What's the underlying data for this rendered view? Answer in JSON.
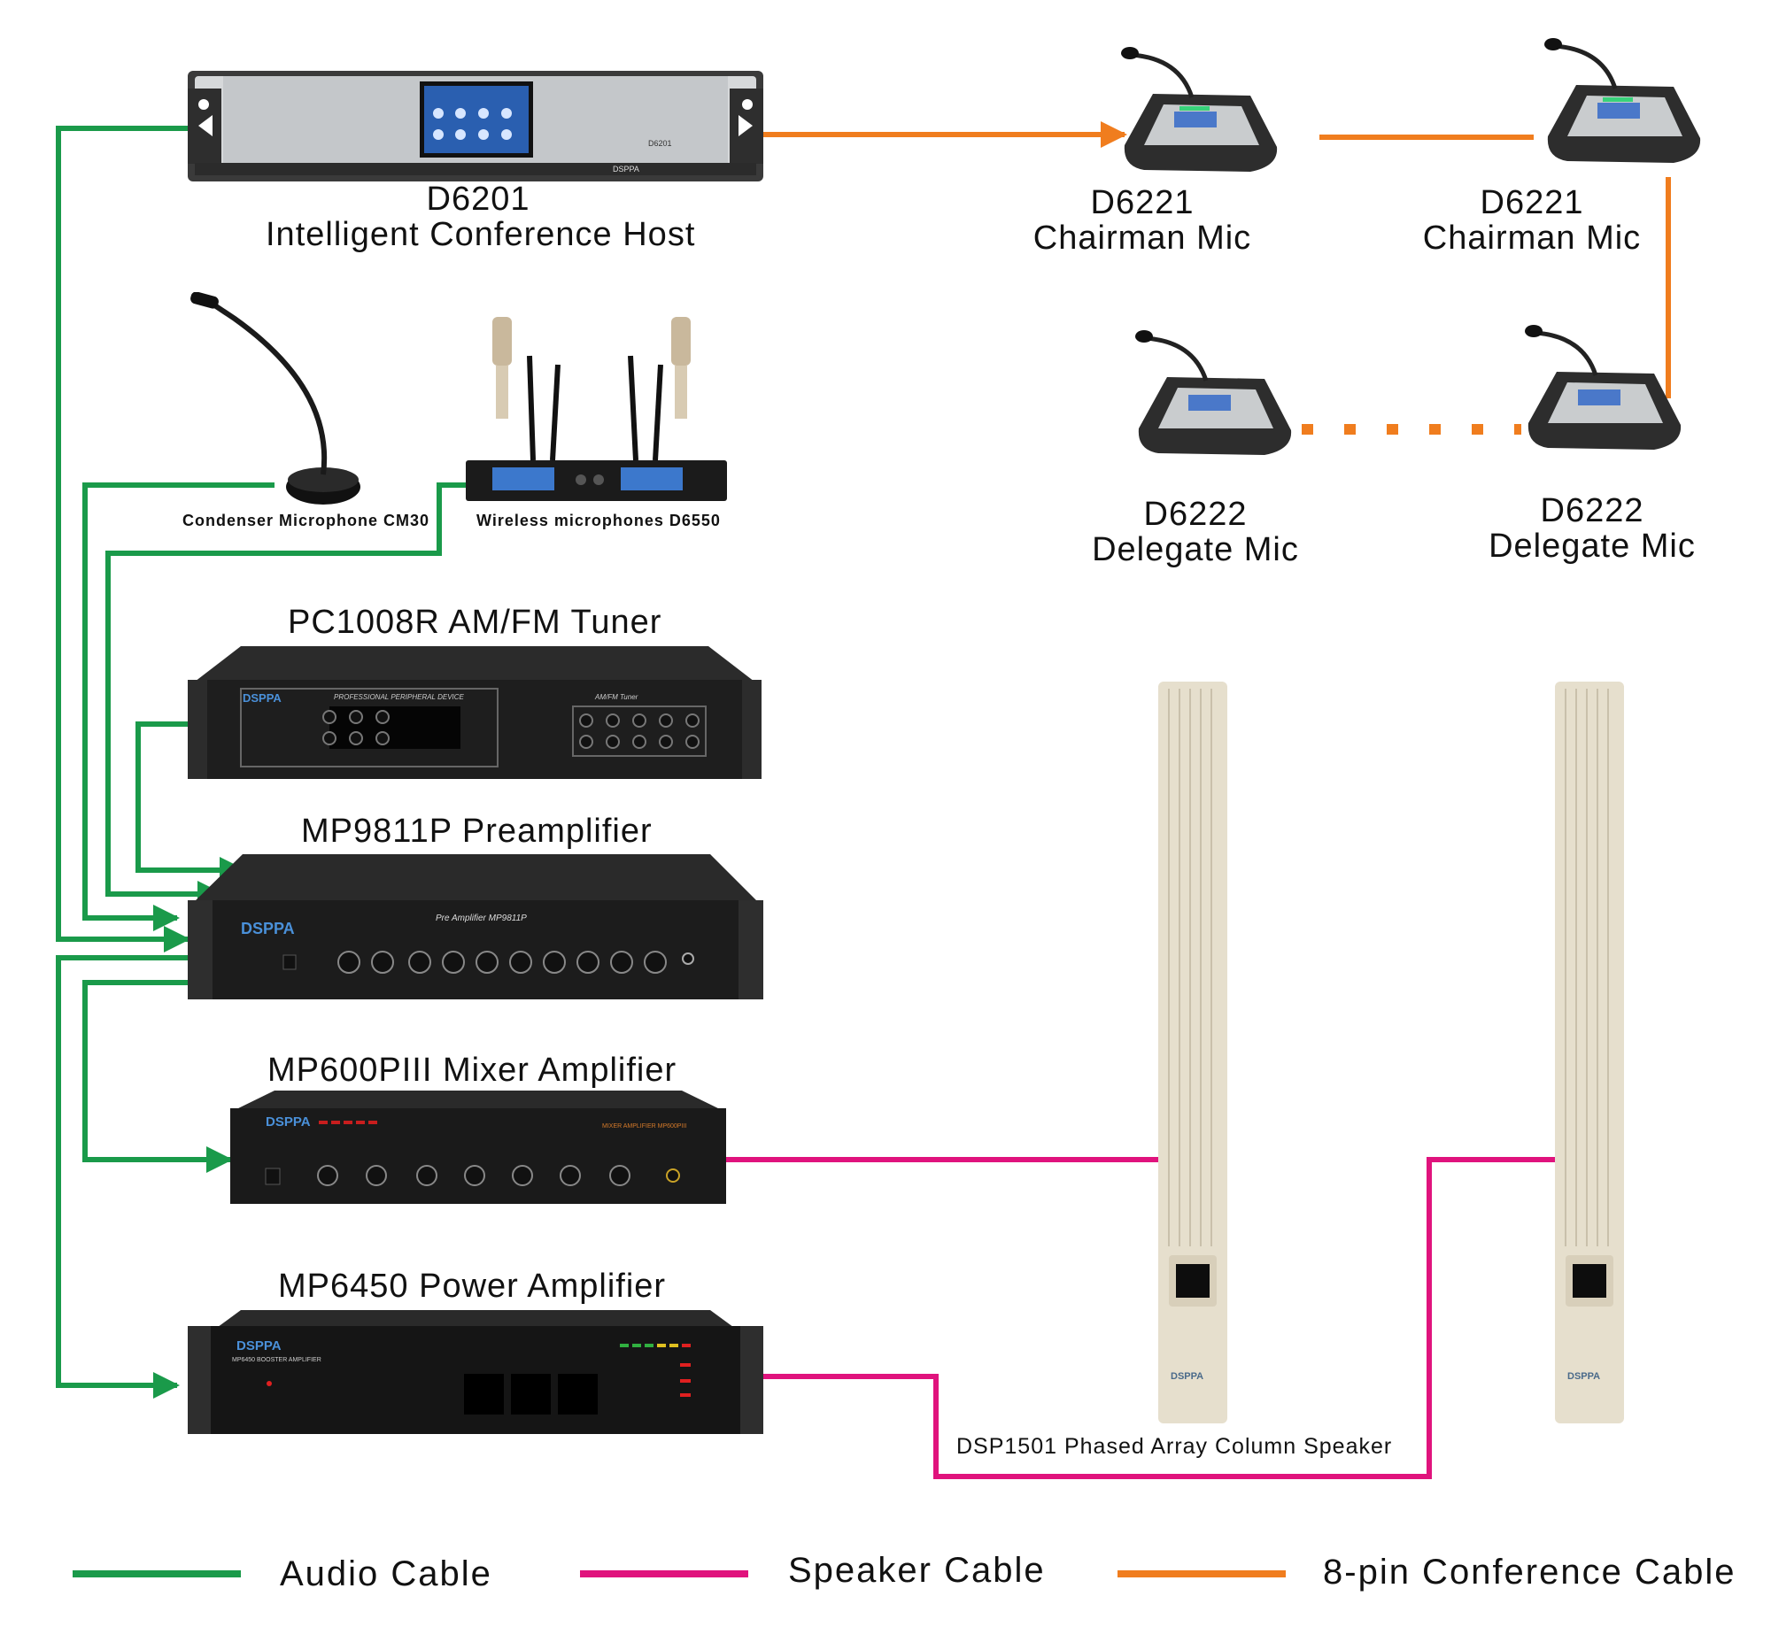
{
  "devices": {
    "host": {
      "model": "D6201",
      "name": "Intelligent Conference Host"
    },
    "chair1": {
      "model": "D6221",
      "name": "Chairman Mic"
    },
    "chair2": {
      "model": "D6221",
      "name": "Chairman Mic"
    },
    "deleg1": {
      "model": "D6222",
      "name": "Delegate Mic"
    },
    "deleg2": {
      "model": "D6222",
      "name": "Delegate Mic"
    },
    "condenser": {
      "label": "Condenser Microphone  CM30"
    },
    "wireless": {
      "label": "Wireless  microphones  D6550"
    },
    "tuner": {
      "label": "PC1008R   AM/FM Tuner"
    },
    "preamp": {
      "label": "MP9811P  Preamplifier"
    },
    "mixer": {
      "label": "MP600PIII    Mixer Amplifier"
    },
    "power": {
      "label": "MP6450    Power Amplifier"
    },
    "speaker": {
      "label": "DSP1501   Phased Array Column Speaker"
    }
  },
  "legend": {
    "audio": {
      "label": "Audio Cable",
      "color": "#1a9a4a"
    },
    "speaker": {
      "label": "Speaker Cable",
      "color": "#e0137d"
    },
    "conference": {
      "label": "8-pin Conference Cable",
      "color": "#f07d1e"
    }
  },
  "panel_text": {
    "brand": "DSPPA",
    "host_panel": "D6201",
    "tuner_panel": "PROFESSIONAL PERIPHERAL DEVICE",
    "tuner_mode": "AM/FM Tuner",
    "preamp_panel": "Pre Amplifier  MP9811P",
    "mixer_panel": "MIXER AMPLIFIER MP600PIII",
    "power_panel": "MP6450 BOOSTER AMPLIFIER"
  }
}
